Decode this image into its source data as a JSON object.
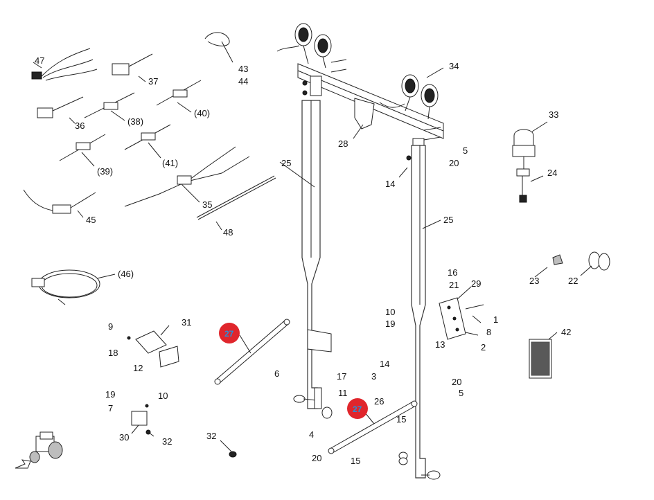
{
  "callouts": {
    "c1": "1",
    "c2": "2",
    "c3": "3",
    "c4": "4",
    "c5a": "5",
    "c5b": "5",
    "c6": "6",
    "c7": "7",
    "c8": "8",
    "c9": "9",
    "c10a": "10",
    "c10b": "10",
    "c11": "11",
    "c12": "12",
    "c13": "13",
    "c14a": "14",
    "c14b": "14",
    "c15a": "15",
    "c15b": "15",
    "c16": "16",
    "c17": "17",
    "c18": "18",
    "c19a": "19",
    "c19b": "19",
    "c20a": "20",
    "c20b": "20",
    "c20c": "20",
    "c21": "21",
    "c22": "22",
    "c23": "23",
    "c24": "24",
    "c25a": "25",
    "c25b": "25",
    "c26": "26",
    "c28": "28",
    "c29": "29",
    "c30": "30",
    "c31": "31",
    "c32a": "32",
    "c32b": "32",
    "c33": "33",
    "c34": "34",
    "c35": "35",
    "c36": "36",
    "c37": "37",
    "c38": "(38)",
    "c39": "(39)",
    "c40": "(40)",
    "c41": "(41)",
    "c42": "42",
    "c43": "43",
    "c44": "44",
    "c45": "45",
    "c46": "(46)",
    "c47": "47",
    "c48": "48"
  },
  "highlights": {
    "h1": "27",
    "h2": "27"
  },
  "colors": {
    "highlight": "#e0262c",
    "highlight_text": "#2a8fd6",
    "line": "#222222"
  }
}
